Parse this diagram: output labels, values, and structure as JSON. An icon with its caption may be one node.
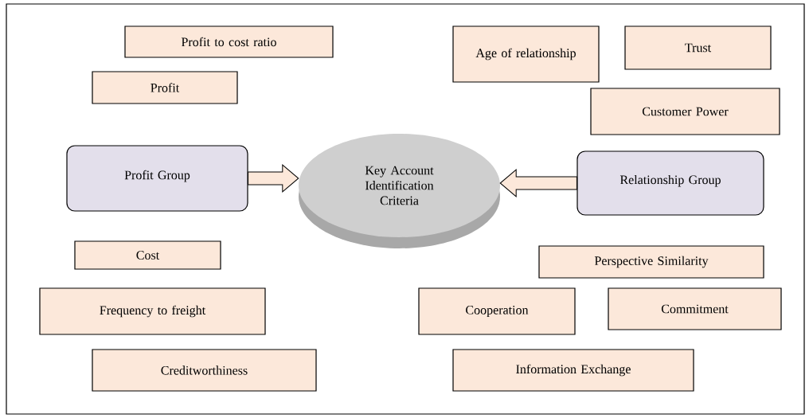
{
  "diagram": {
    "nodes": [
      {
        "text": [
          "Profit to cost ratio"
        ]
      },
      {
        "text": [
          "Age of relationship"
        ]
      },
      {
        "text": [
          "Trust"
        ]
      },
      {
        "text": [
          "Profit"
        ]
      },
      {
        "text": [
          "Customer Power"
        ]
      },
      {
        "text": [
          "Profit Group"
        ]
      },
      {
        "text": [
          "Key Account Identification Criteria"
        ]
      },
      {
        "text": [
          "Relationship Group"
        ]
      },
      {
        "text": [
          "Cost"
        ]
      },
      {
        "text": [
          "Perspective Similarity"
        ]
      },
      {
        "text": [
          "Frequency to freight"
        ]
      },
      {
        "text": [
          "Cooperation"
        ]
      },
      {
        "text": [
          "Commitment"
        ]
      },
      {
        "text": [
          "Creditworthiness"
        ]
      },
      {
        "text": [
          "Information Exchange"
        ]
      }
    ],
    "edges": [
      {
        "from": 5,
        "to": 6,
        "arrow": "to"
      },
      {
        "from": 7,
        "to": 6,
        "arrow": "to"
      }
    ]
  }
}
